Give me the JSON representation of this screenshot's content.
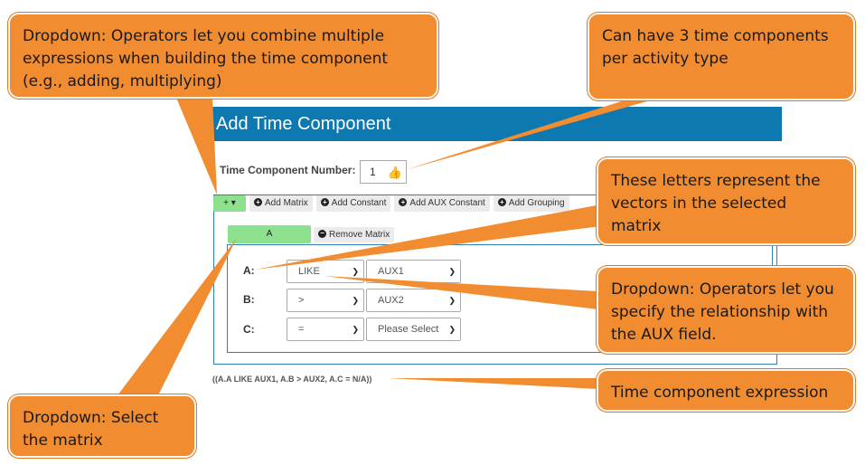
{
  "panel": {
    "title": "Add Time Component",
    "tc_number_label": "Time Component Number:",
    "tc_number_value": "1",
    "operator_value": "+",
    "toolbar": [
      "Add Matrix",
      "Add Constant",
      "Add AUX Constant",
      "Add Grouping"
    ],
    "matrix_value": "A",
    "remove_matrix_label": "Remove Matrix",
    "rows": [
      {
        "label": "A:",
        "operator": "LIKE",
        "aux": "AUX1"
      },
      {
        "label": "B:",
        "operator": ">",
        "aux": "AUX2"
      },
      {
        "label": "C:",
        "operator": "=",
        "aux": "Please Select"
      }
    ],
    "expression": "((A.A LIKE AUX1, A.B > AUX2, A.C = N/A))"
  },
  "callouts": {
    "operators": "Dropdown: Operators let you combine multiple expressions when building the time component (e.g., adding, multiplying)",
    "three_components": "Can have 3 time components per activity type",
    "vectors": "These letters represent the vectors in the selected matrix",
    "aux_relationship": "Dropdown: Operators let you specify the relationship with the AUX field.",
    "select_matrix": "Dropdown: Select the matrix",
    "expression": "Time component expression"
  },
  "colors": {
    "callout_fill": "#f28c30",
    "header_blue": "#0e78b1",
    "border_blue": "#2d7fb4",
    "select_green": "#8de08d"
  },
  "icons": [
    "chevron-down-icon",
    "plus-circle-icon",
    "minus-circle-icon",
    "thumbs-up-icon"
  ]
}
